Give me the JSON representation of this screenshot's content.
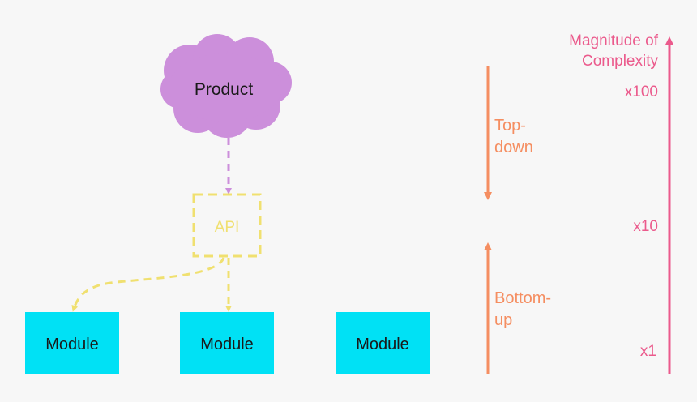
{
  "colors": {
    "background": "#f7f7f7",
    "product_cloud": "#cc8fdb",
    "product_arrow": "#cc8fdb",
    "api_dashed": "#f0e070",
    "module_fill": "#00e1f5",
    "direction_arrows": "#f58e61",
    "complexity_axis": "#eb5a8c",
    "text_dark": "#1a1a1a"
  },
  "product": {
    "label": "Product"
  },
  "api": {
    "label": "API"
  },
  "modules": [
    {
      "label": "Module"
    },
    {
      "label": "Module"
    },
    {
      "label": "Module"
    }
  ],
  "top_down": {
    "line1": "Top-",
    "line2": "down"
  },
  "bottom_up": {
    "line1": "Bottom-",
    "line2": "up"
  },
  "complexity": {
    "title_line1": "Magnitude of",
    "title_line2": "Complexity",
    "levels": [
      "x100",
      "x10",
      "x1"
    ]
  },
  "icons": {
    "product": "cloud-icon"
  }
}
